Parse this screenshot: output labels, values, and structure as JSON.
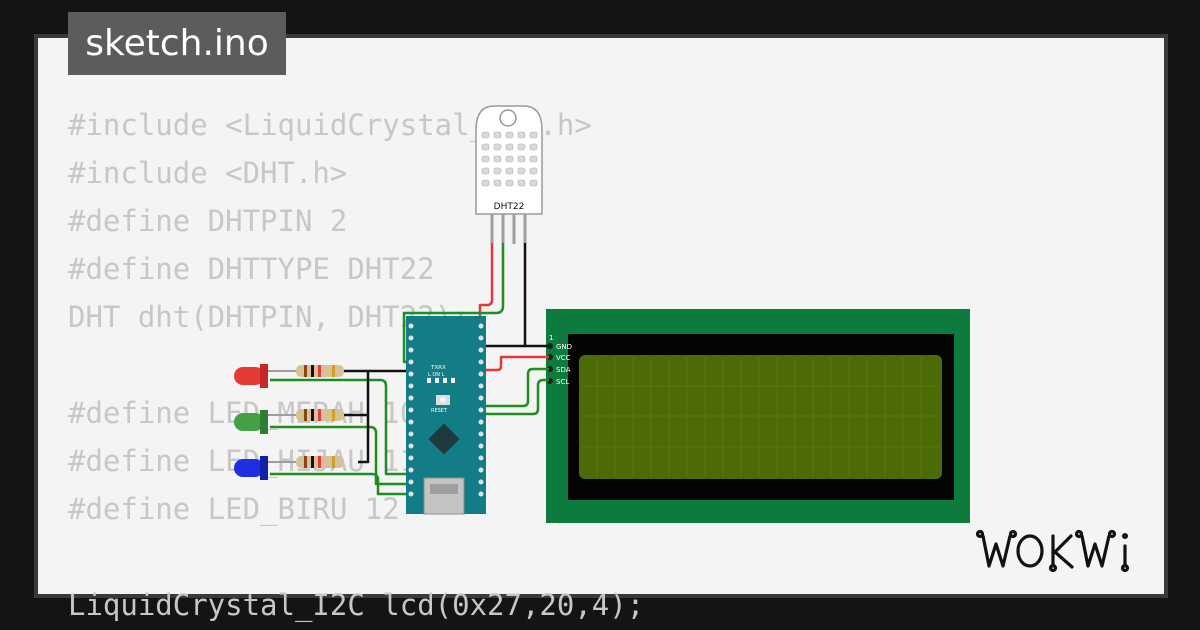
{
  "tab": {
    "filename": "sketch.ino"
  },
  "code": {
    "lines": [
      "#include <LiquidCrystal_I2C.h>",
      "#include <DHT.h>",
      "#define DHTPIN 2",
      "#define DHTTYPE DHT22",
      "DHT dht(DHTPIN, DHT22);",
      "",
      "#define LED_MERAH 10",
      "#define LED_HIJAU 11",
      "#define LED_BIRU 12",
      "",
      "LiquidCrystal_I2C lcd(0x27,20,4);"
    ]
  },
  "sensor": {
    "label": "DHT22"
  },
  "lcd": {
    "pin_number": "1",
    "pins": [
      "GND",
      "VCC",
      "SDA",
      "SCL"
    ],
    "screen_color": "#4c6b06",
    "board_color": "#0d7a3e"
  },
  "nano": {
    "board_color": "#127c87",
    "labels": {
      "txrx": "TXRX",
      "leds": "L  ON  L",
      "reset": "RESET"
    }
  },
  "leds": [
    {
      "color_name": "red",
      "color": "#e53935"
    },
    {
      "color_name": "green",
      "color": "#43a047"
    },
    {
      "color_name": "blue",
      "color": "#1e2ee0"
    }
  ],
  "brand": {
    "logo": "WOKWi"
  }
}
